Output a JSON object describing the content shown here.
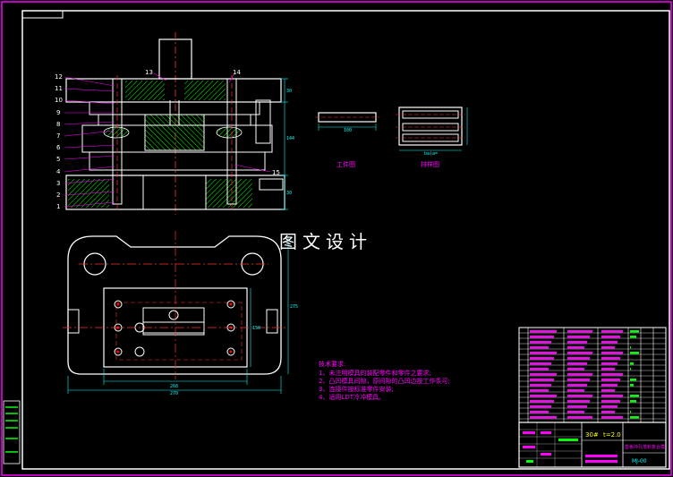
{
  "drawing": {
    "part_numbers": [
      "1",
      "2",
      "3",
      "4",
      "5",
      "6",
      "7",
      "8",
      "9",
      "10",
      "11",
      "12",
      "13",
      "14",
      "15"
    ],
    "dims": {
      "top_h1": "30",
      "top_h2": "144",
      "top_h3": "30",
      "plan_w_inner": "268",
      "plan_w_outer": "270",
      "plan_h_outer": "275",
      "plan_h_inner": "150"
    },
    "workpiece_label": "工件图",
    "workpiece_dim": "100",
    "layout_label": "排样图",
    "layout_dim": "ba(a=",
    "watermark": "图文设计",
    "tech_title": "技术要求:",
    "tech_notes": [
      "1、未注明模具的装配零件和零件之要求;",
      "2、凸凹模具间隙，原间隙的凸凹边按工作条可;",
      "3、连接件按标准零件安装;",
      "4、适用LDT冷冲模具。"
    ],
    "title_block": {
      "material": "30#",
      "thickness": "t=2.0",
      "drawing_name": "垫板冲孔落料复合模",
      "drawing_no": "MJ-00"
    }
  },
  "colors": {
    "frame": "#ff00ff",
    "line": "#ffffff",
    "center": "#ff3030",
    "dim": "#00ffff",
    "leader": "#ff00ff",
    "hatch": "#00ff00",
    "note": "#ff00ff",
    "accent_red": "#ff0000"
  }
}
